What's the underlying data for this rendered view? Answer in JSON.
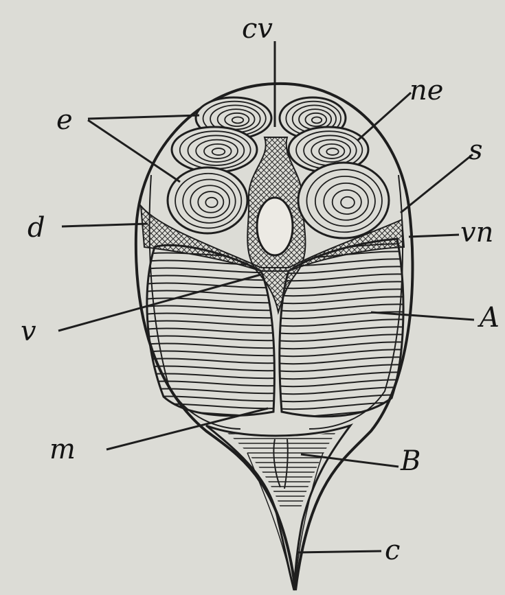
{
  "figure": {
    "labels": {
      "cv": "cv",
      "e": "e",
      "ne": "ne",
      "s": "s",
      "d": "d",
      "vn": "vn",
      "v": "v",
      "a": "A",
      "m": "m",
      "b": "B",
      "c": "c"
    },
    "colors": {
      "paper": "#dcdcd6",
      "ink": "#1e1e1e"
    }
  }
}
